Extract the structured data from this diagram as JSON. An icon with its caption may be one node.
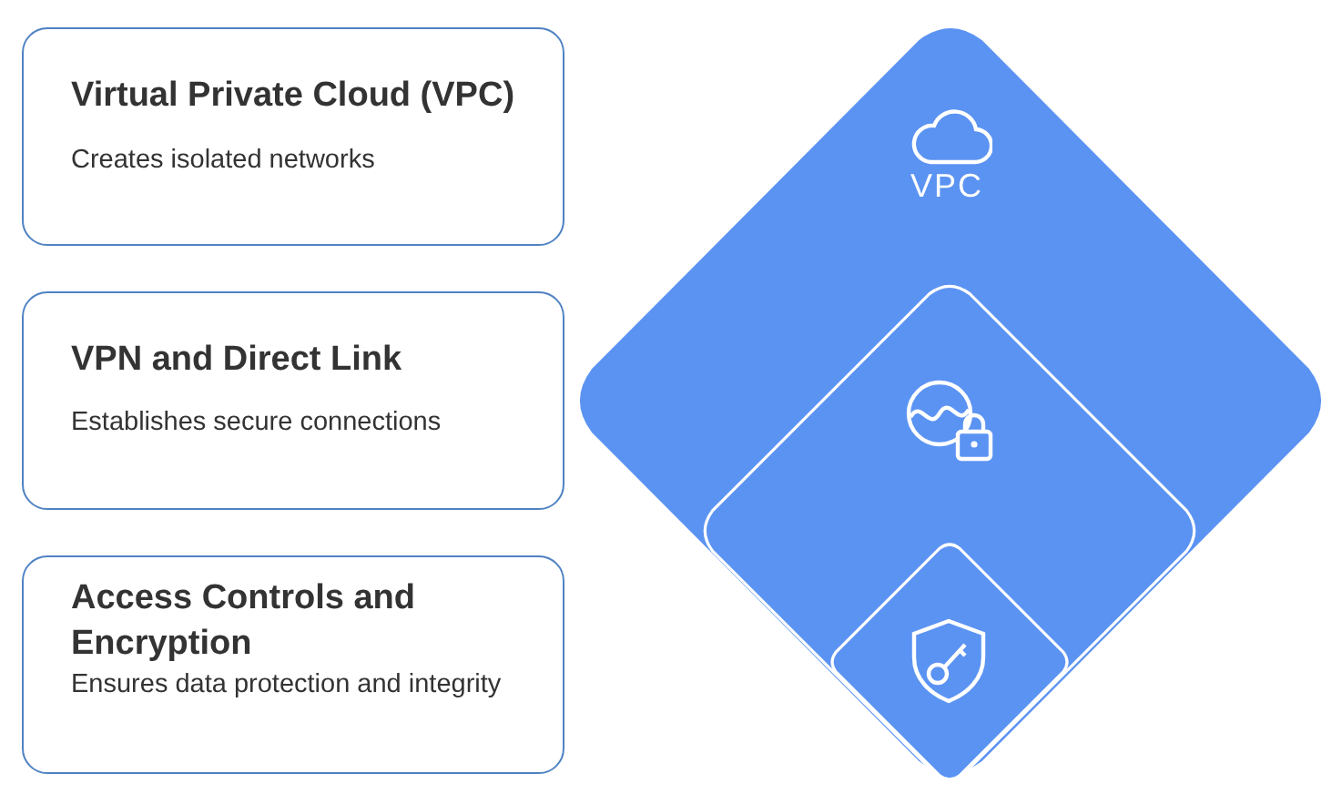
{
  "diagram": {
    "nodes": [
      {
        "text": [
          "Virtual Private Cloud (VPC)",
          "Creates isolated networks"
        ]
      },
      {
        "text": [
          "VPN and Direct Link",
          "Establishes secure connections"
        ]
      },
      {
        "text": [
          "Access Controls and Encryption",
          "Ensures data protection and integrity"
        ]
      },
      {
        "text": [
          "VPC"
        ]
      },
      {
        "text": [],
        "shape": "diamond",
        "in": 3
      },
      {
        "text": [],
        "shape": "diamond",
        "in": 4
      }
    ]
  }
}
